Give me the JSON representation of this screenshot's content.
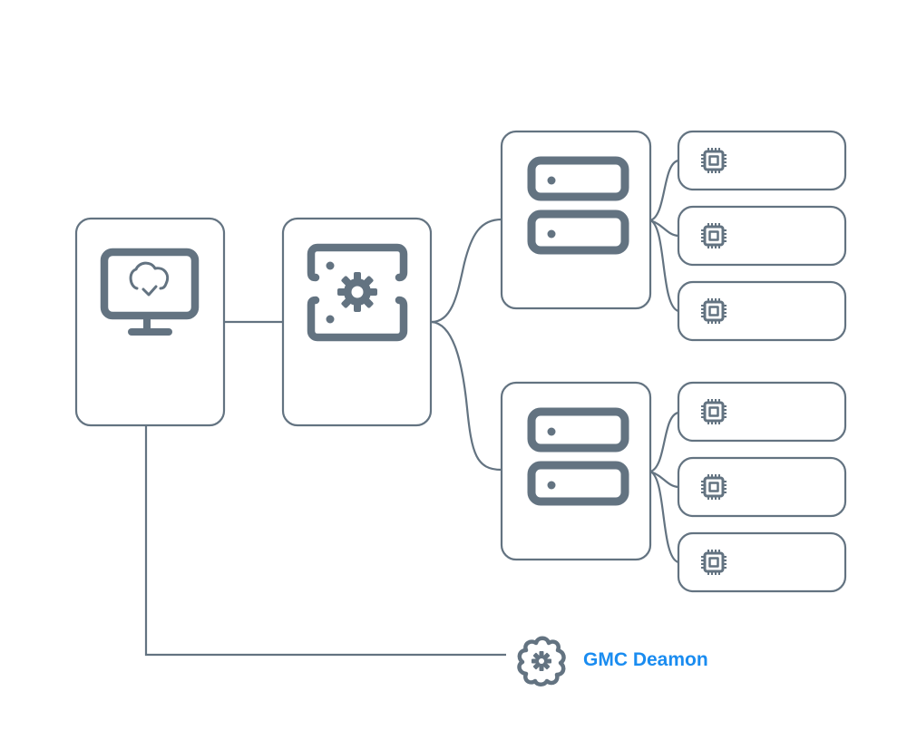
{
  "diagram": {
    "title": "",
    "colors": {
      "stroke": "#637381",
      "background": "#ffffff",
      "accent": "#1a8cf0"
    },
    "nodes": {
      "client": {
        "icon": "monitor-cloud-check-icon",
        "label": ""
      },
      "manager": {
        "icon": "server-gear-icon",
        "label": ""
      },
      "servers": [
        {
          "icon": "server-rack-icon",
          "label": "",
          "gpus": [
            {
              "icon": "chip-icon",
              "label": ""
            },
            {
              "icon": "chip-icon",
              "label": ""
            },
            {
              "icon": "chip-icon",
              "label": ""
            }
          ]
        },
        {
          "icon": "server-rack-icon",
          "label": "",
          "gpus": [
            {
              "icon": "chip-icon",
              "label": ""
            },
            {
              "icon": "chip-icon",
              "label": ""
            },
            {
              "icon": "chip-icon",
              "label": ""
            }
          ]
        }
      ],
      "daemon": {
        "icon": "brain-gear-icon",
        "label": "GMC Deamon"
      }
    },
    "edges": [
      {
        "from": "client",
        "to": "manager"
      },
      {
        "from": "manager",
        "to": "server-1"
      },
      {
        "from": "manager",
        "to": "server-2"
      },
      {
        "from": "server-1",
        "to": "gpu-1-1"
      },
      {
        "from": "server-1",
        "to": "gpu-1-2"
      },
      {
        "from": "server-1",
        "to": "gpu-1-3"
      },
      {
        "from": "server-2",
        "to": "gpu-2-1"
      },
      {
        "from": "server-2",
        "to": "gpu-2-2"
      },
      {
        "from": "server-2",
        "to": "gpu-2-3"
      },
      {
        "from": "client",
        "to": "daemon"
      }
    ]
  }
}
